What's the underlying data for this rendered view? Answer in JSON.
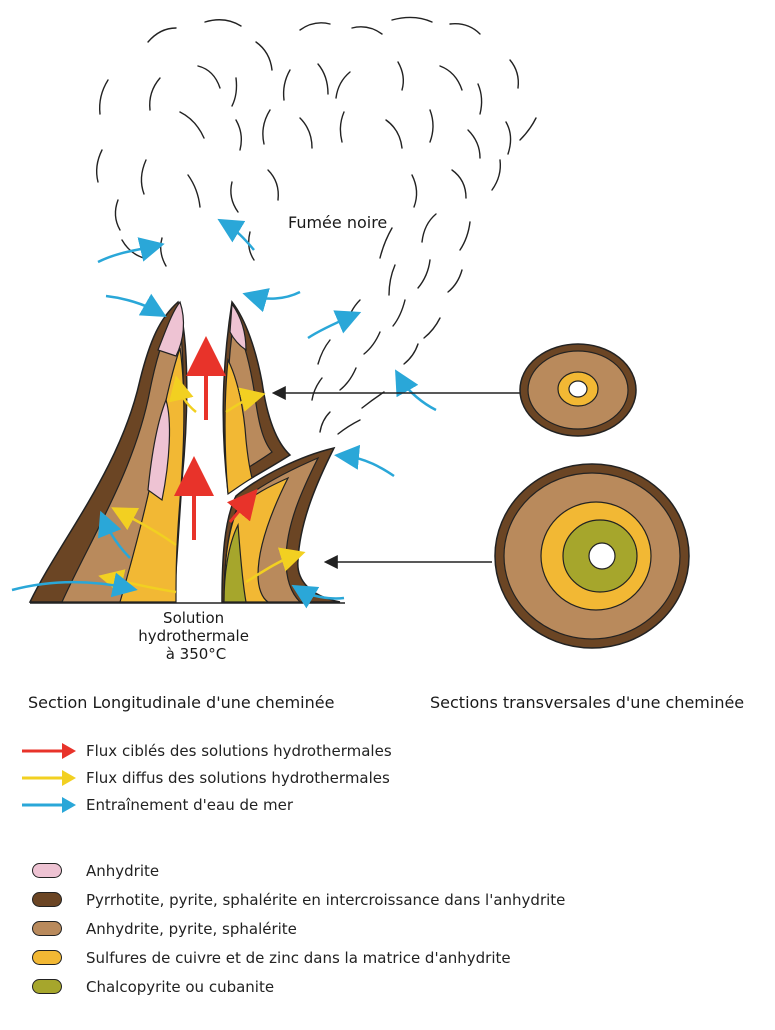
{
  "figure": {
    "smoke_label": "Fumée noire",
    "solution_label": [
      "Solution",
      "hydrothermale",
      "à 350°C"
    ],
    "caption_left": "Section Longitudinale d'une cheminée",
    "caption_right": "Sections transversales  d'une cheminée"
  },
  "colors": {
    "red_arrow": "#e8332a",
    "yellow_arrow": "#f2d021",
    "blue_arrow": "#2aa7d8",
    "anhydrite_pink": "#eec3d3",
    "dark_brown": "#6b4524",
    "light_brown": "#b98a5c",
    "orange_yellow": "#f2b834",
    "olive_green": "#a6a62c"
  },
  "legend": {
    "arrows": [
      {
        "label": "Flux ciblés des solutions hydrothermales",
        "color_key": "red_arrow"
      },
      {
        "label": "Flux diffus des solutions hydrothermales",
        "color_key": "yellow_arrow"
      },
      {
        "label": "Entraînement d'eau de mer",
        "color_key": "blue_arrow"
      }
    ],
    "minerals": [
      {
        "label": "Anhydrite",
        "color": "#eec3d3"
      },
      {
        "label": "Pyrrhotite, pyrite, sphalérite en intercroissance dans l'anhydrite",
        "color": "#6b4524"
      },
      {
        "label": "Anhydrite, pyrite, sphalérite",
        "color": "#b98a5c"
      },
      {
        "label": "Sulfures de cuivre et de zinc dans la matrice d'anhydrite",
        "color": "#f2b834"
      },
      {
        "label": "Chalcopyrite ou cubanite",
        "color": "#a6a62c"
      }
    ]
  }
}
